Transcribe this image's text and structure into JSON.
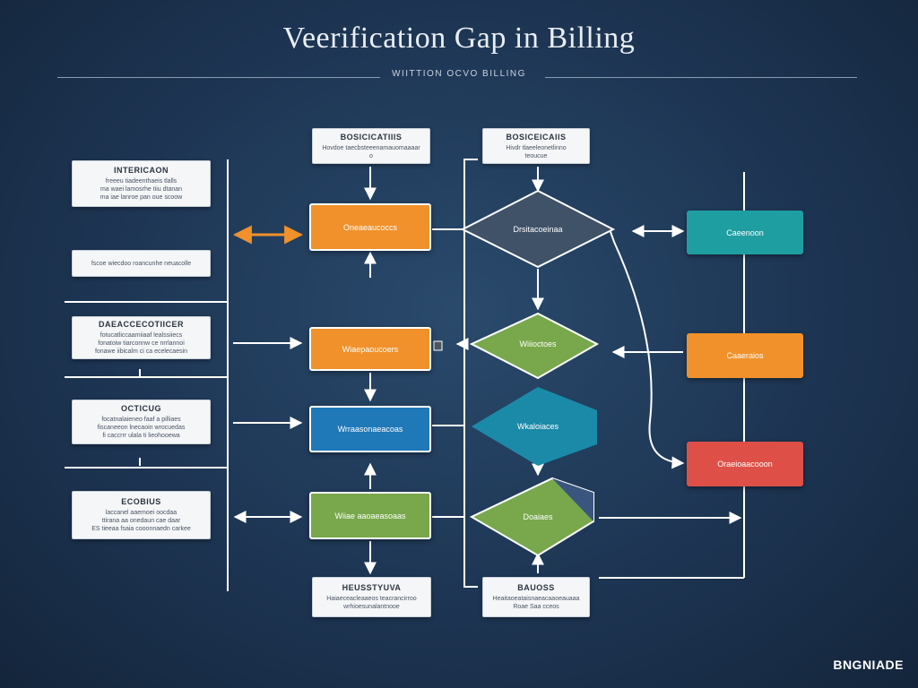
{
  "title": "Veerification Gap in Billing",
  "subtitle": "WIITTION OCVO BILLING",
  "brand": "BNGNIADE",
  "left_cards": [
    {
      "title": "INTERICAON",
      "lines": [
        "freeeu tiadeenthaeis tlalls",
        "ma waei lamosrhe tiiu dtanan",
        "ma iae lanroe pan oue scoow"
      ]
    },
    {
      "title": "",
      "lines": [
        "fscoe wiecdoo roancunhe neuacolle"
      ]
    },
    {
      "title": "DAEACCECOTIICER",
      "lines": [
        "fotucatliccaamiiaaf lealssiiecs",
        "fonatoiw tiarconnw ce nrrlannoi",
        "fonawe iibicalm ci ca ecelecaesin"
      ]
    },
    {
      "title": "OCTICUG",
      "lines": [
        "focatnalaieneo faaf a pilliaes",
        "fiscaneeon lnecaoin wrocuedas",
        "fi caccrrr ulala ti lieohooewa"
      ]
    },
    {
      "title": "ECOBIUS",
      "lines": [
        "laccanel aaemoei oocdaa",
        "ttirana aa onedaun cae daar",
        "ES tieeaa fsaia cooonnaedn carkee"
      ]
    }
  ],
  "top_cards": [
    {
      "title": "BOSICICATIIIS",
      "lines": [
        "Hovdoe taecbsteeenamauomaaaar",
        "o"
      ]
    },
    {
      "title": "BOSICEICAIIS",
      "lines": [
        "Hivdr tlaeeleonetlinno",
        "teoucue"
      ]
    }
  ],
  "bottom_cards": [
    {
      "title": "HEUSSTYUVA",
      "lines": [
        "Haiaeceacleaaeos teacrancirroo",
        "wrhioesunalantnooe"
      ]
    },
    {
      "title": "BAUOSS",
      "lines": [
        "Heaitaoeataisnaeacaaoeauaaa",
        "Roae Saa cceos"
      ]
    }
  ],
  "process": [
    {
      "label": "Oneaeaucoccs",
      "color": "#f0912b"
    },
    {
      "label": "Wiaepaoucoers",
      "color": "#f0912b"
    },
    {
      "label": "Wrraasonaeacoas",
      "color": "#1f78b8"
    },
    {
      "label": "Wiiae aaoaeasoaas",
      "color": "#78a84b"
    }
  ],
  "decisions": [
    {
      "label": "Drsitacoeinaa",
      "color": "#3f5268"
    },
    {
      "label": "Wiiioctoes",
      "color": "#78a84b"
    },
    {
      "label": "Wkaloiaces",
      "color": "#1b8aa8"
    },
    {
      "label": "Doaiaes",
      "color": "#78a84b"
    }
  ],
  "side": [
    {
      "label": "Caeenoon",
      "color": "#1f9ea2"
    },
    {
      "label": "Caaeraios",
      "color": "#f0912b"
    },
    {
      "label": "Oraeioaacooon",
      "color": "#de5047"
    }
  ],
  "colors": {
    "connector": "#ffffff",
    "accent_arrow": "#f0912b"
  }
}
